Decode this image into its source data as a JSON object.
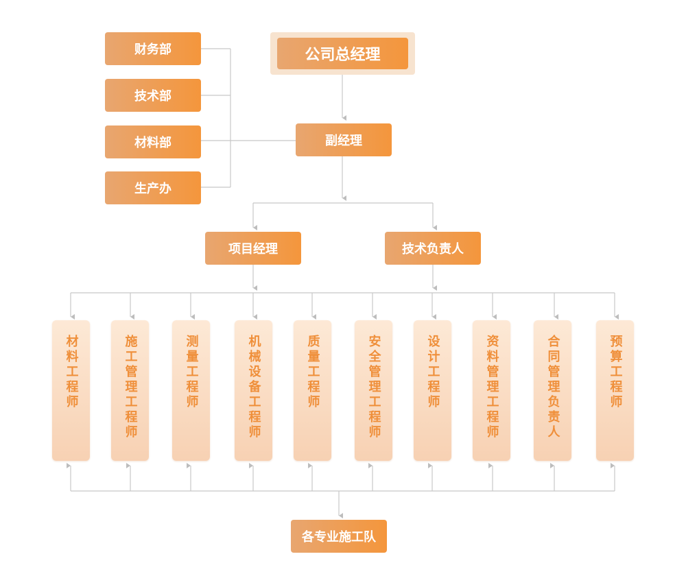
{
  "general_manager": "公司总经理",
  "departments": [
    "财务部",
    "技术部",
    "材料部",
    "生产办"
  ],
  "deputy_manager": "副经理",
  "project_manager": "项目经理",
  "tech_lead": "技术负责人",
  "engineers": [
    "材料工程师",
    "施工管理工程师",
    "测量工程师",
    "机械设备工程师",
    "质量工程师",
    "安全管理工程师",
    "设计工程师",
    "资料管理工程师",
    "合同管理负责人",
    "预算工程师"
  ],
  "construction_teams": "各专业施工队",
  "colors": {
    "accent": "#f4963c",
    "accent_light": "#e8a670",
    "engineer_text": "#ef8f3a",
    "line": "#c8c8c8"
  }
}
